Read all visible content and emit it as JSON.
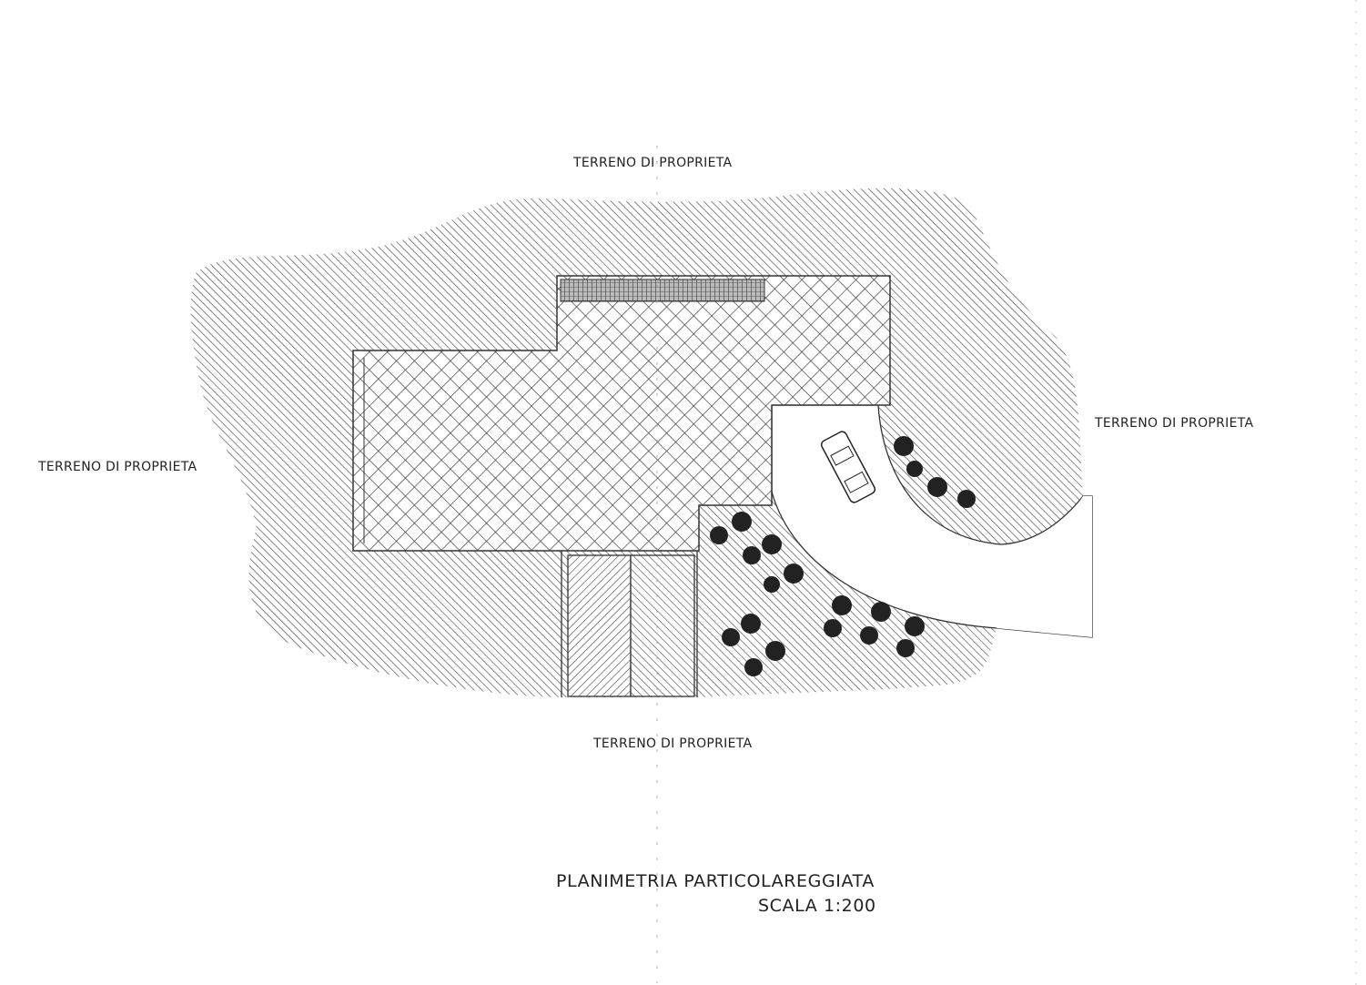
{
  "labels": {
    "top": "TERRENO DI PROPRIETA",
    "right": "TERRENO DI PROPRIETA",
    "left": "TERRENO DI PROPRIETA",
    "bottom": "TERRENO DI PROPRIETA"
  },
  "title": {
    "line1": "PLANIMETRIA PARTICOLAREGGIATA",
    "line2": "SCALA 1:200"
  },
  "colors": {
    "ink": "#222222",
    "paper": "#ffffff"
  }
}
